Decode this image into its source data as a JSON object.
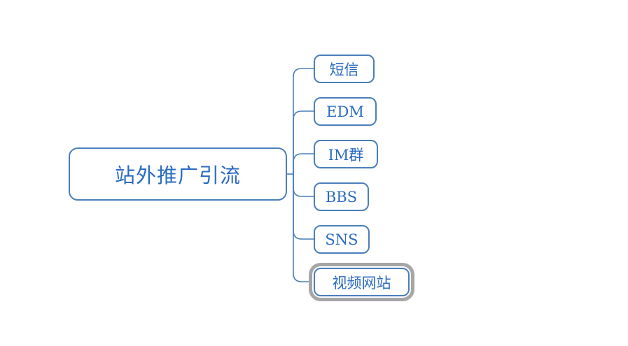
{
  "diagram": {
    "type": "mindmap-horizontal-hierarchy",
    "root": {
      "label": "站外推广引流"
    },
    "children": [
      {
        "label": "短信",
        "selected": false
      },
      {
        "label": "EDM",
        "selected": false
      },
      {
        "label": "IM群",
        "selected": false
      },
      {
        "label": "BBS",
        "selected": false
      },
      {
        "label": "SNS",
        "selected": false
      },
      {
        "label": "视频网站",
        "selected": true
      }
    ],
    "colors": {
      "node_border": "#4a7ebb",
      "node_text": "#2a6bc0",
      "connector": "#4a7ebb",
      "selection": "#a6a6a6",
      "background": "#ffffff"
    }
  }
}
